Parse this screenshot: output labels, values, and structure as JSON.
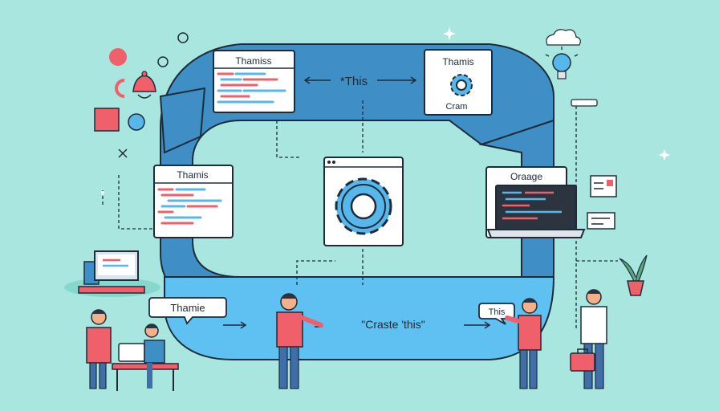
{
  "colors": {
    "background": "#a8e6df",
    "loop_dark": "#3f8fc6",
    "loop_light": "#5fc1f2",
    "outline": "#1d2b3a",
    "accent_red": "#f0606a",
    "accent_blue": "#58b7ea"
  },
  "boxes": {
    "top_left_title": "Thamiss",
    "top_right_title": "Thamis",
    "top_right_caption": "Cram",
    "mid_left_title": "Thamis",
    "right_title": "Oraage"
  },
  "arrows": {
    "top_label": "*This",
    "bottom_label": "\"Craste 'this\""
  },
  "bubbles": {
    "left": "Thamie",
    "right": "This"
  },
  "icons": [
    "cloud-icon",
    "lightbulb-icon",
    "gear-icon",
    "laptop-icon",
    "desktop-monitor-icon",
    "plant-icon",
    "briefcase-icon",
    "lamp-icon"
  ]
}
